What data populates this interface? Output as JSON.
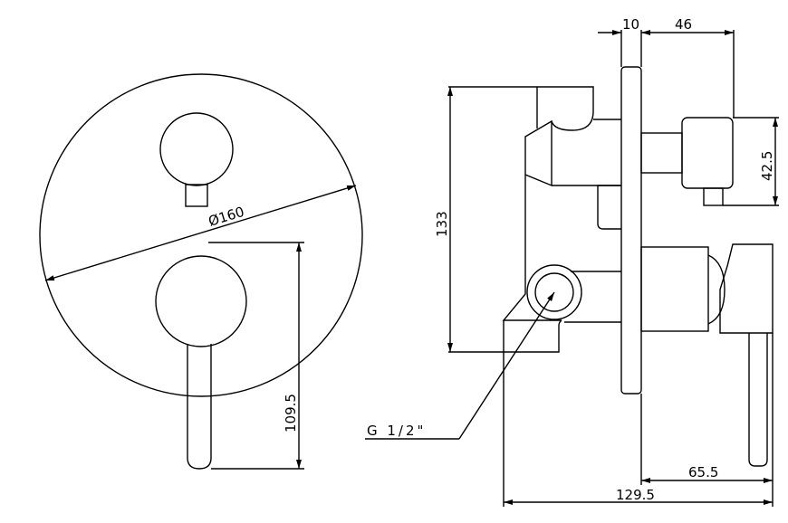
{
  "drawing": {
    "front_view": {
      "diameter_label": "Ø160",
      "height_label": "109.5"
    },
    "side_view": {
      "plate_thickness_label": "10",
      "top_handle_depth_label": "46",
      "top_handle_height_label": "42.5",
      "body_height_label": "133",
      "lever_depth_label": "65.5",
      "total_depth_label": "129.5",
      "connection_label": "G 1/2\""
    }
  }
}
